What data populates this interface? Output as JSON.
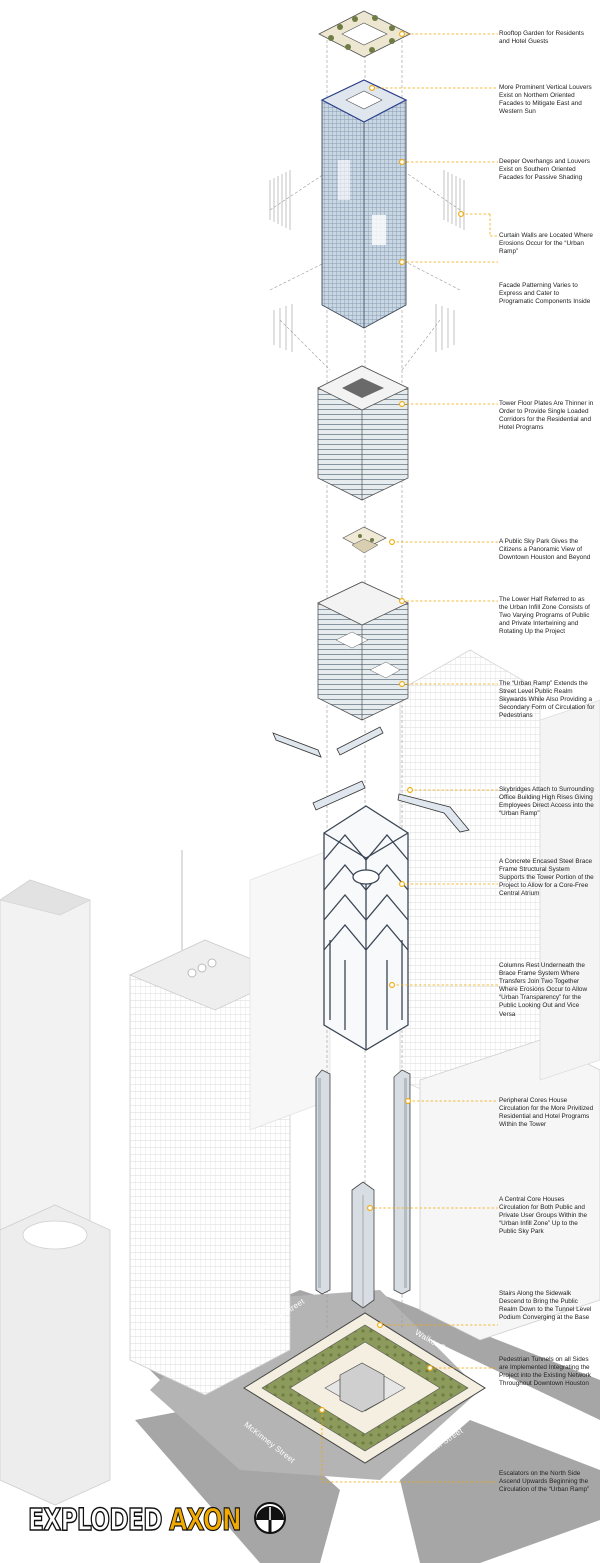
{
  "title": {
    "word1": "EXPLODED",
    "word2": "AXON"
  },
  "colors": {
    "accent": "#f2a900",
    "leader": "#f2a900",
    "city_gray": "#bdbdbd",
    "road": "#a8a8a8"
  },
  "streets": {
    "louisiana": "Louisiana Street",
    "walker": "Walker Street",
    "mckinney": "McKinney Street",
    "milam": "Milam Street"
  },
  "annotations": [
    {
      "text": "Rooftop Garden for Residents and Hotel Guests"
    },
    {
      "text": "More Prominent Vertical Louvers Exist on Northern Oriented Facades to Mitigate East and Western Sun"
    },
    {
      "text": "Deeper Overhangs and Louvers Exist on Southern Oriented Facades for Passive Shading"
    },
    {
      "text": "Curtain Walls are Located Where Erosions Occur for the “Urban Ramp”"
    },
    {
      "text": "Facade Patterning Varies to Express and Cater to Programatic Components Inside"
    },
    {
      "text": "Tower Floor Plates Are Thinner in Order to Provide Single Loaded Corridors for the Residential and Hotel Programs"
    },
    {
      "text": "A Public Sky Park Gives the Citizens a Panoramic View of Downtown Houston and Beyond"
    },
    {
      "text": "The Lower Half Referred to as the Urban Infill Zone Consists of Two Varying Programs of Public and Private Intertwining and Rotating Up the Project"
    },
    {
      "text": "The “Urban Ramp” Extends the Street Level Public Realm Skywards While Also Providing a Secondary Form of Circulation for Pedestrians"
    },
    {
      "text": "Skybridges Attach to Surrounding Office Building High Rises Giving Employees Direct Access into the “Urban Ramp”"
    },
    {
      "text": "A Concrete Encased Steel Brace Frame Structural System Supports the Tower Portion of the Project to Allow for a Core-Free Central Atrium"
    },
    {
      "text": "Columns Rest Underneath the Brace Frame System Where Transfers Join Two Together Where Erosions Occur to Allow “Urban Transparency” for the Public Looking Out and Vice Versa"
    },
    {
      "text": "Peripheral Cores House Circulation for the More Privitized Residential and Hotel Programs Within the Tower"
    },
    {
      "text": "A Central Core Houses Circulation for Both Public and Private User Groups Within the “Urban Infill Zone” Up to the Public Sky Park"
    },
    {
      "text": "Stairs Along the Sidewalk Descend to Bring the Public Realm Down to the Tunnel Level Podium Converging at the Base"
    },
    {
      "text": "Pedestrian Tunnels on all Sides are Implemented Integrating the Project into the Existing Network Throughout Downtown Houston"
    },
    {
      "text": "Escalators on the North Side Ascend Upwards Beginning the Circulation of the “Urban Ramp”"
    }
  ]
}
